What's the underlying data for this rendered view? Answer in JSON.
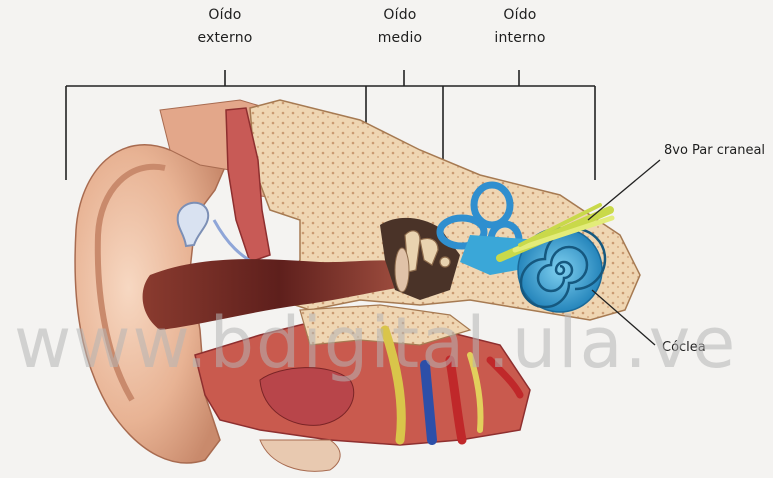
{
  "labels": {
    "outer_ear": [
      "Oído",
      "externo"
    ],
    "middle_ear": [
      "Oído",
      "medio"
    ],
    "inner_ear": [
      "Oído",
      "interno"
    ],
    "nerve": "8vo Par craneal",
    "cochlea": "Cóclea"
  },
  "watermark": "www.bdigital.ula.ve",
  "colors": {
    "background": "#f4f3f1",
    "skin": "#e9b99b",
    "bone": "#efd6b3",
    "cochlea": "#3aa7d8",
    "nerve": "#c9d94a",
    "tissue_red": "#b8454a"
  }
}
